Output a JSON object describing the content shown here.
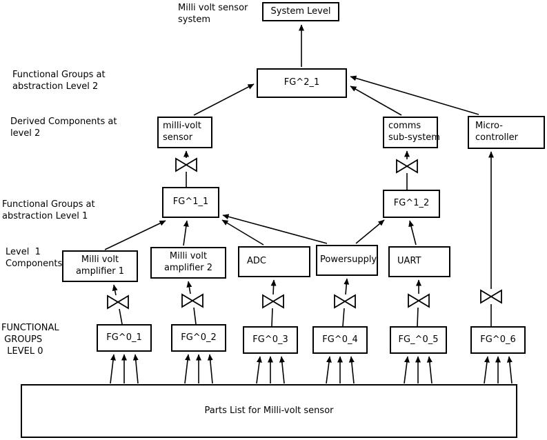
{
  "colors": {
    "line": "#000000",
    "background": "#ffffff",
    "box_fill": "#ffffff"
  },
  "labels": {
    "system_caption": "Milli volt sensor\nsystem",
    "fg_level2": "Functional Groups at\nabstraction Level 2",
    "derived_level2": "Derived Components at\nlevel 2",
    "fg_level1": "Functional Groups at\nabstraction Level 1",
    "level1_components": "Level  1\nComponents",
    "fg_level0": "FUNCTIONAL\n GROUPS\n  LEVEL 0"
  },
  "nodes": {
    "system_level": "System Level",
    "fg2_1": "FG^2_1",
    "millivolt_sensor": "milli-volt\nsensor",
    "comms_subsystem": "comms\nsub-system",
    "microcontroller": "Micro-\ncontroller",
    "fg1_1": "FG^1_1",
    "fg1_2": "FG^1_2",
    "amplifier1": "Milli volt\namplifier 1",
    "amplifier2": "Milli volt\namplifier 2",
    "adc": "ADC",
    "powersupply": "Powersupply",
    "uart": "UART",
    "fg0_1": "FG^0_1",
    "fg0_2": "FG^0_2",
    "fg0_3": "FG^0_3",
    "fg0_4": "FG^0_4",
    "fg0_5": "FG_^0_5",
    "fg0_6": "FG^0_6",
    "parts_list": "Parts List for Milli-volt sensor"
  }
}
